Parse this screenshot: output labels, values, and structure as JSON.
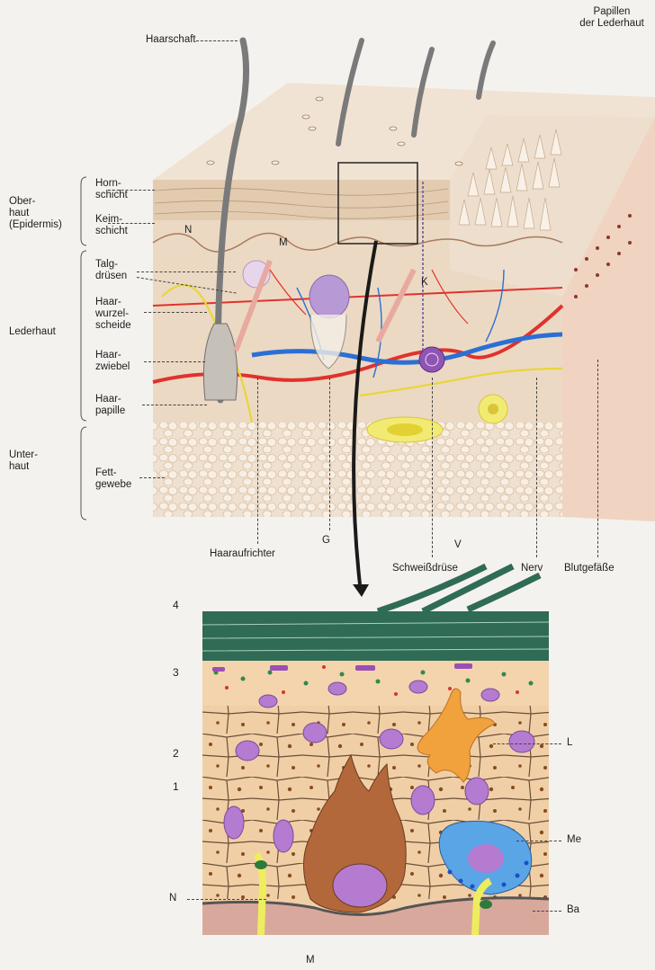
{
  "upper_labels": {
    "haarschaft": "Haarschaft",
    "papillen": "Papillen\nder Lederhaut",
    "oberhaut": "Ober-\nhaut\n(Epidermis)",
    "hornschicht": "Horn-\nschicht",
    "keimschicht": "Keim-\nschicht",
    "lederhaut": "Lederhaut",
    "talgdruesen": "Talg-\ndrüsen",
    "haarwurzelscheide": "Haar-\nwurzel-\nscheide",
    "haarzwiebel": "Haar-\nzwiebel",
    "haarpapille": "Haar-\npapille",
    "unterhaut": "Unter-\nhaut",
    "fettgewebe": "Fett-\ngewebe",
    "n": "N",
    "m": "M",
    "k": "K",
    "haaraufrichter": "Haaraufrichter",
    "g": "G",
    "v": "V",
    "schweissdruese": "Schweißdrüse",
    "nerv": "Nerv",
    "blutgefaesse": "Blutgefäße"
  },
  "detail_labels": {
    "layer_4": "4",
    "layer_3": "3",
    "layer_2": "2",
    "layer_1": "1",
    "l": "L",
    "me": "Me",
    "n": "N",
    "ba": "Ba",
    "m": "M"
  },
  "colors": {
    "background": "#f4f2ee",
    "skin_beige": "#ecd9c3",
    "horn_layer": "#e3cbb0",
    "artery": "#e0322e",
    "vein": "#2b6fd6",
    "nerve": "#e8d63a",
    "gland_purple": "#a984c9",
    "cell_nucleus": "#b57bd1",
    "keratin_green": "#2f6b55",
    "basal_pink": "#d9a89c"
  }
}
